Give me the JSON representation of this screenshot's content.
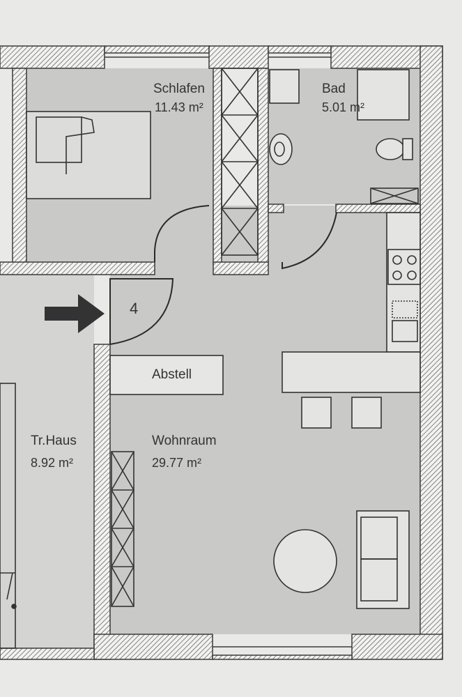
{
  "rooms": {
    "schlafen": {
      "name": "Schlafen",
      "area": "11.43 m²"
    },
    "bad": {
      "name": "Bad",
      "area": "5.01 m²"
    },
    "wohnraum": {
      "name": "Wohnraum",
      "area": "29.77 m²"
    },
    "treppenhaus": {
      "name": "Tr.Haus",
      "area": "8.92 m²"
    },
    "abstell": {
      "name": "Abstell"
    }
  },
  "unit_number": "4",
  "entrance": {
    "icon": "arrow-right-icon"
  },
  "colors": {
    "wall_hatch": "#555555",
    "floor": "#c9c9c7",
    "paper": "#e9e9e7",
    "line": "#3a3a3a"
  }
}
